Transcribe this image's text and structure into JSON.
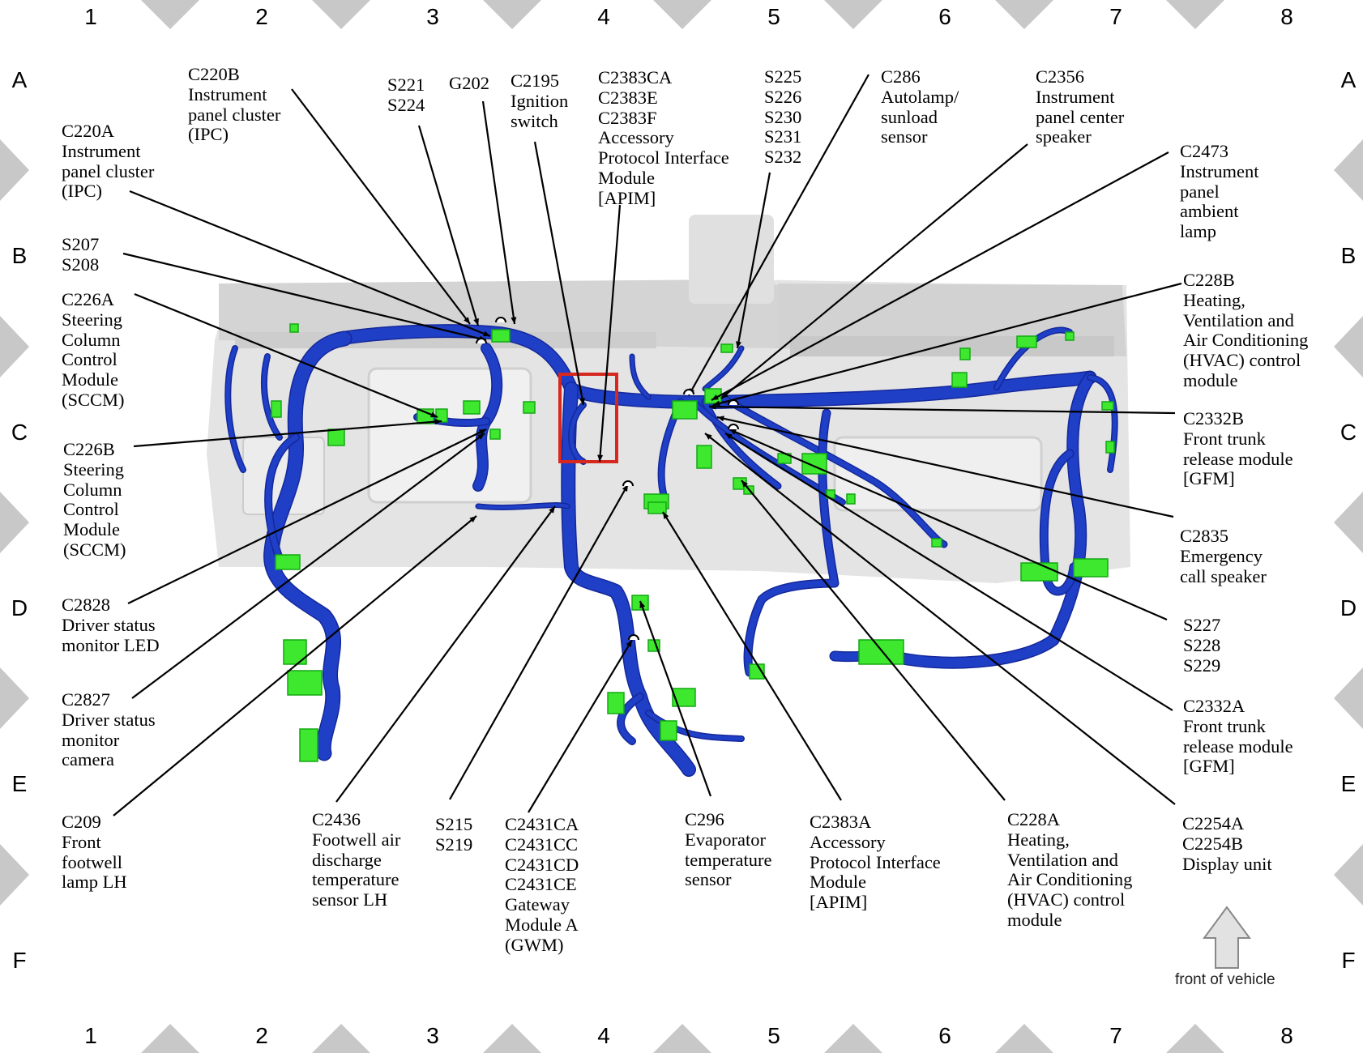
{
  "grid": {
    "columns": [
      "1",
      "2",
      "3",
      "4",
      "5",
      "6",
      "7",
      "8"
    ],
    "rows": [
      "A",
      "B",
      "C",
      "D",
      "E",
      "F"
    ]
  },
  "colors": {
    "harness": "#1f3fc7",
    "harness_dark": "#14289a",
    "connector": "#3ee82f",
    "connector_dark": "#14a814",
    "dash": "#d6d6d6",
    "highlight_box": "#d6281e",
    "border_marker": "#c8c8c8"
  },
  "callouts": [
    {
      "id": "c220b",
      "lines": [
        "C220B",
        "Instrument",
        "panel cluster",
        "(IPC)"
      ]
    },
    {
      "id": "s221",
      "lines": [
        "S221",
        "S224"
      ]
    },
    {
      "id": "g202",
      "lines": [
        "G202"
      ]
    },
    {
      "id": "c2195",
      "lines": [
        "C2195",
        "Ignition",
        "switch"
      ]
    },
    {
      "id": "c2383ca",
      "lines": [
        "C2383CA",
        "C2383E",
        "C2383F",
        "Accessory",
        "Protocol Interface",
        "Module",
        "[APIM]"
      ]
    },
    {
      "id": "s225",
      "lines": [
        "S225",
        "S226",
        "S230",
        "S231",
        "S232"
      ]
    },
    {
      "id": "c286",
      "lines": [
        "C286",
        "Autolamp/",
        "sunload",
        "sensor"
      ]
    },
    {
      "id": "c2356",
      "lines": [
        "C2356",
        "Instrument",
        "panel center",
        "speaker"
      ]
    },
    {
      "id": "c220a",
      "lines": [
        "C220A",
        "Instrument",
        "panel cluster",
        "(IPC)"
      ]
    },
    {
      "id": "c2473",
      "lines": [
        "C2473",
        "Instrument",
        "panel",
        "ambient",
        "lamp"
      ]
    },
    {
      "id": "s207",
      "lines": [
        "S207",
        "S208"
      ]
    },
    {
      "id": "c226a",
      "lines": [
        "C226A",
        "Steering",
        "Column",
        "Control",
        "Module",
        "(SCCM)"
      ]
    },
    {
      "id": "c228b",
      "lines": [
        "C228B",
        "Heating,",
        "Ventilation and",
        "Air Conditioning",
        "(HVAC) control",
        "module"
      ]
    },
    {
      "id": "c2332b",
      "lines": [
        "C2332B",
        "Front trunk",
        "release module",
        "[GFM]"
      ]
    },
    {
      "id": "c226b",
      "lines": [
        "C226B",
        "Steering",
        "Column",
        "Control",
        "Module",
        "(SCCM)"
      ]
    },
    {
      "id": "c2835",
      "lines": [
        "C2835",
        "Emergency",
        "call speaker"
      ]
    },
    {
      "id": "c2828",
      "lines": [
        "C2828",
        "Driver status",
        "monitor LED"
      ]
    },
    {
      "id": "s227",
      "lines": [
        "S227",
        "S228",
        "S229"
      ]
    },
    {
      "id": "c2827",
      "lines": [
        "C2827",
        "Driver status",
        "monitor",
        "camera"
      ]
    },
    {
      "id": "c2332a",
      "lines": [
        "C2332A",
        "Front trunk",
        "release module",
        "[GFM]"
      ]
    },
    {
      "id": "c209",
      "lines": [
        "C209",
        "Front",
        "footwell",
        "lamp LH"
      ]
    },
    {
      "id": "c2436",
      "lines": [
        "C2436",
        "Footwell air",
        "discharge",
        "temperature",
        "sensor LH"
      ]
    },
    {
      "id": "s215",
      "lines": [
        "S215",
        "S219"
      ]
    },
    {
      "id": "c2431ca",
      "lines": [
        "C2431CA",
        "C2431CC",
        "C2431CD",
        "C2431CE",
        "Gateway",
        "Module A",
        "(GWM)"
      ]
    },
    {
      "id": "c296",
      "lines": [
        "C296",
        "Evaporator",
        "temperature",
        "sensor"
      ]
    },
    {
      "id": "c2383a",
      "lines": [
        "C2383A",
        "Accessory",
        "Protocol Interface",
        "Module",
        "[APIM]"
      ]
    },
    {
      "id": "c228a",
      "lines": [
        "C228A",
        "Heating,",
        "Ventilation and",
        "Air Conditioning",
        "(HVAC) control",
        "module"
      ]
    },
    {
      "id": "c2254a",
      "lines": [
        "C2254A",
        "C2254B",
        "Display unit"
      ]
    }
  ],
  "front_of_vehicle": "front of vehicle"
}
